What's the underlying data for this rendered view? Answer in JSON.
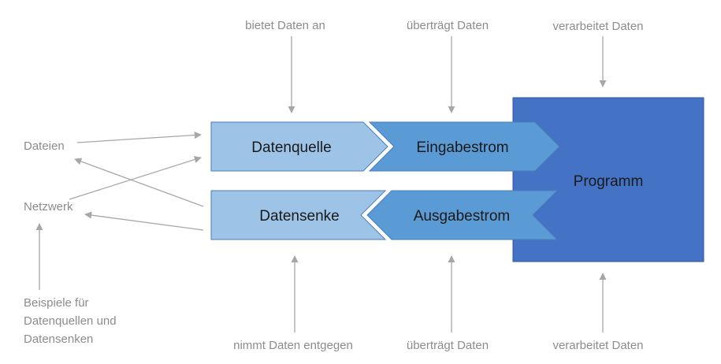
{
  "labels": {
    "top_source": "bietet Daten an",
    "top_input": "überträgt Daten",
    "top_program": "verarbeitet Daten",
    "bottom_sink": "nimmt Daten entgegen",
    "bottom_output": "überträgt Daten",
    "bottom_program": "verarbeitet Daten",
    "files": "Dateien",
    "network": "Netzwerk",
    "examples_line1": "Beispiele für",
    "examples_line2": "Datenquellen und",
    "examples_line3": "Datensenken"
  },
  "shapes": {
    "source": "Datenquelle",
    "input_stream": "Eingabestrom",
    "program": "Programm",
    "sink": "Datensenke",
    "output_stream": "Ausgabestrom"
  },
  "colors": {
    "light_blue": "#9dc3e6",
    "mid_blue": "#5b9bd5",
    "program_blue": "#4472c4"
  }
}
